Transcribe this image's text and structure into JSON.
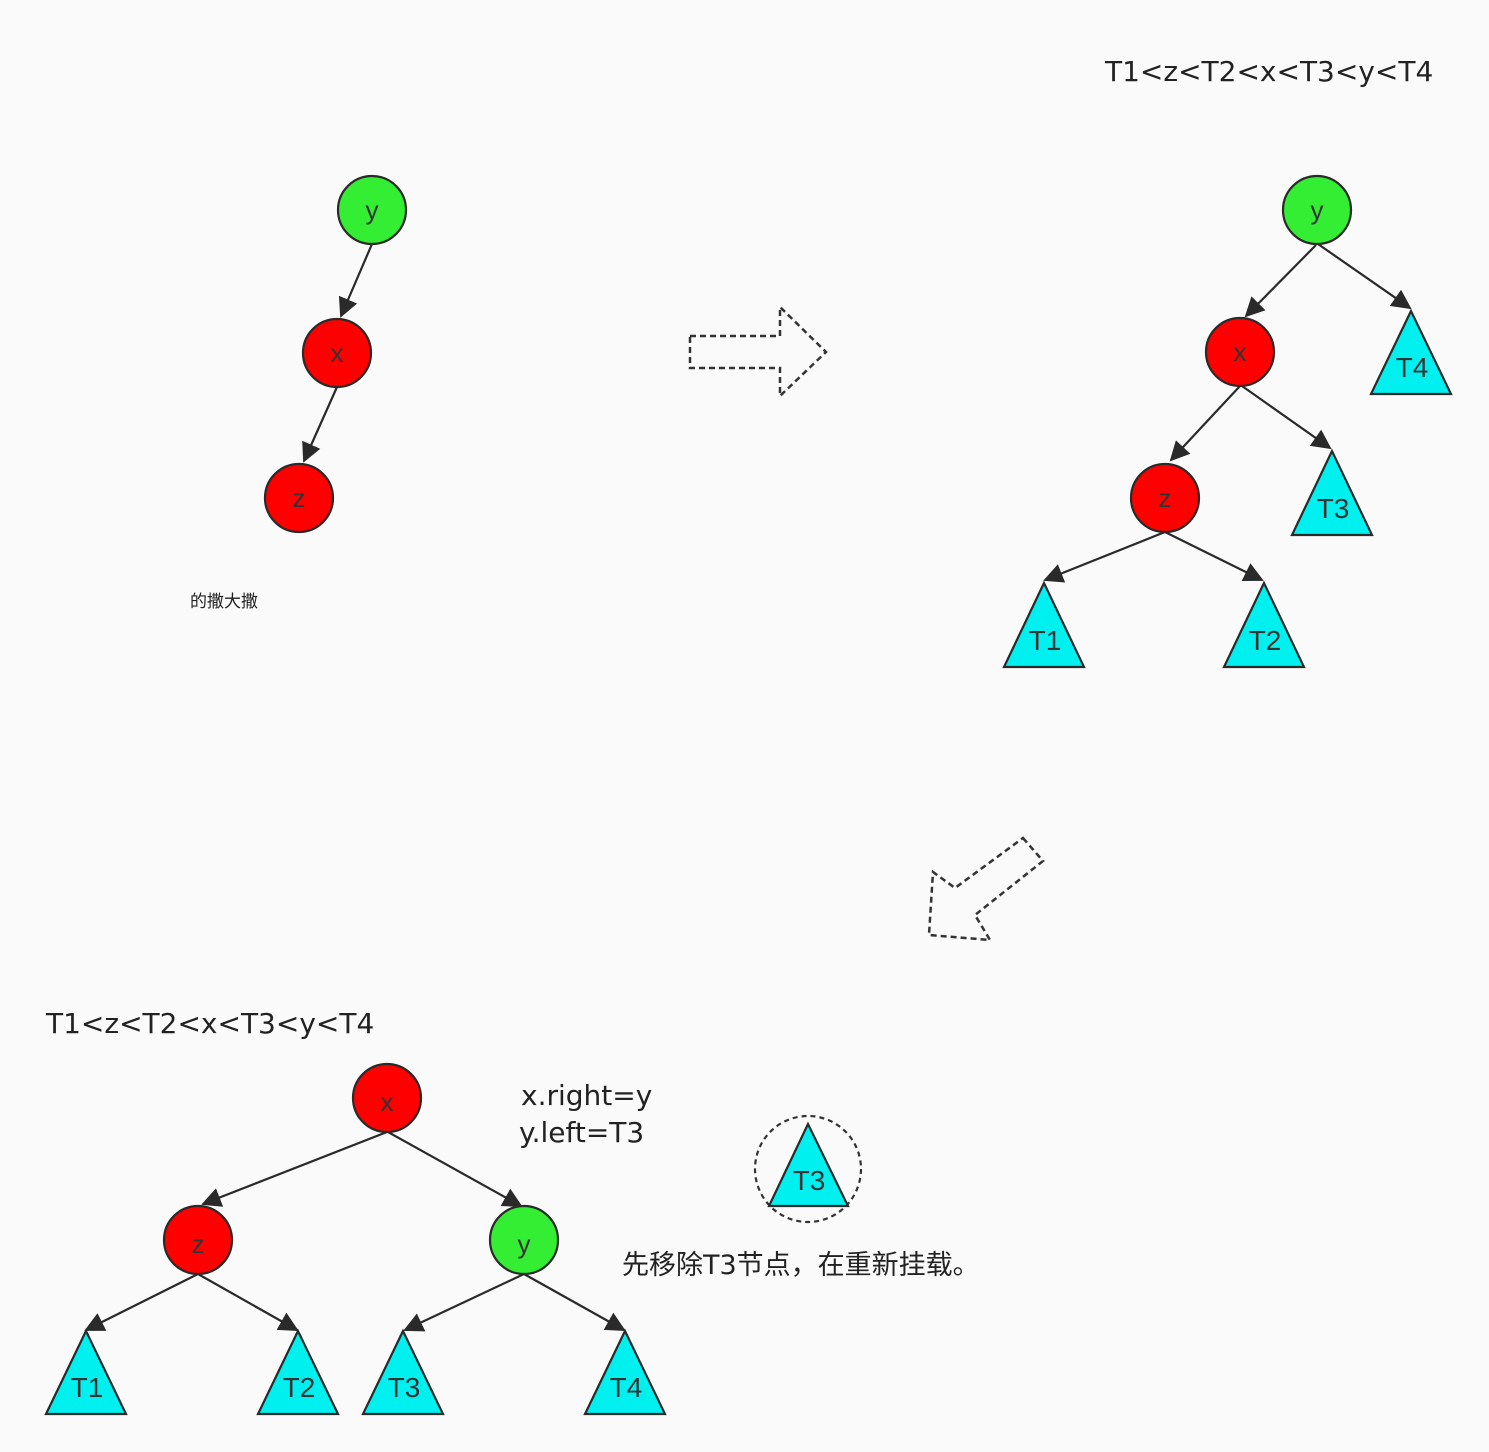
{
  "colors": {
    "red": "#ff0000",
    "green": "#33ee33",
    "cyan": "#00f0f0",
    "stroke": "#2a2a2a"
  },
  "text": {
    "order_top": "T1<z<T2<x<T3<y<T4",
    "order_bottom": "T1<z<T2<x<T3<y<T4",
    "note": "的撒大撒",
    "code_line1": "x.right=y",
    "code_line2": "y.left=T3",
    "detach_caption": "先移除T3节点，在重新挂载。"
  },
  "diagram1": {
    "nodes": [
      {
        "id": "y",
        "label": "y",
        "color": "green"
      },
      {
        "id": "x",
        "label": "x",
        "color": "red"
      },
      {
        "id": "z",
        "label": "z",
        "color": "red"
      }
    ]
  },
  "diagram2": {
    "nodes": [
      {
        "id": "y",
        "label": "y",
        "color": "green"
      },
      {
        "id": "x",
        "label": "x",
        "color": "red"
      },
      {
        "id": "z",
        "label": "z",
        "color": "red"
      }
    ],
    "subtrees": [
      "T4",
      "T3",
      "T1",
      "T2"
    ]
  },
  "diagram3": {
    "nodes": [
      {
        "id": "x",
        "label": "x",
        "color": "red"
      },
      {
        "id": "z",
        "label": "z",
        "color": "red"
      },
      {
        "id": "y",
        "label": "y",
        "color": "green"
      }
    ],
    "subtrees": [
      "T1",
      "T2",
      "T3",
      "T4"
    ],
    "detached": "T3"
  }
}
